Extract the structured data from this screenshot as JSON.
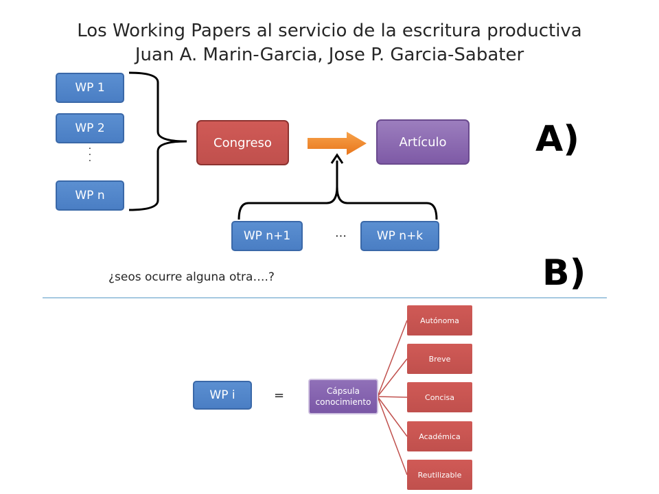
{
  "title": {
    "line1": "Los Working Papers al servicio de la escritura productiva",
    "line2": "Juan A. Marin-Garcia,  Jose P. Garcia-Sabater"
  },
  "section_a": {
    "label": "A)",
    "wp_boxes": [
      "WP 1",
      "WP 2",
      "WP n"
    ],
    "dots": ". . .",
    "congreso": "Congreso",
    "articulo": "Artículo",
    "bottom_boxes": [
      "WP n+1",
      "WP n+k"
    ],
    "ellipsis": "…"
  },
  "section_b": {
    "label": "B)",
    "question": "¿seos ocurre alguna otra….?",
    "wp_i": "WP i",
    "equals": "=",
    "capsule": "Cápsula conocimiento",
    "leaves": [
      "Autónoma",
      "Breve",
      "Concisa",
      "Académica",
      "Reutilizable"
    ]
  },
  "colors": {
    "wp_blue": "#4f81bd",
    "congreso_red": "#c0504d",
    "articulo_purple": "#8064a2",
    "arrow_orange": "#f08a24",
    "divider": "#4a90c2",
    "connector": "#c0504d"
  }
}
